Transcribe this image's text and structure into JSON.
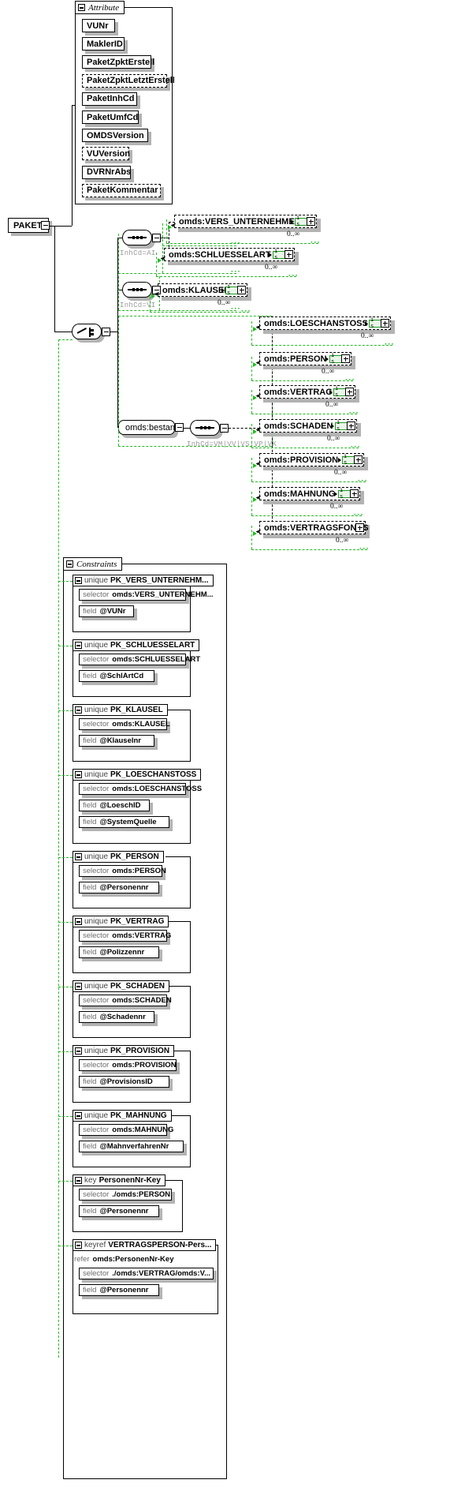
{
  "diagram": {
    "root": {
      "label": "PAKET"
    },
    "attribute_group": {
      "title": "Attribute",
      "items": [
        {
          "label": "VUNr",
          "optional": false
        },
        {
          "label": "MaklerID",
          "optional": false
        },
        {
          "label": "PaketZpktErstell",
          "optional": false
        },
        {
          "label": "PaketZpktLetztErstell",
          "optional": true
        },
        {
          "label": "PaketInhCd",
          "optional": false
        },
        {
          "label": "PaketUmfCd",
          "optional": false
        },
        {
          "label": "OMDSVersion",
          "optional": false
        },
        {
          "label": "VUVersion",
          "optional": true
        },
        {
          "label": "DVRNrAbs",
          "optional": false
        },
        {
          "label": "PaketKommentar",
          "optional": true
        }
      ]
    },
    "branches": [
      {
        "inhcd": "InhCd=AI",
        "elements": [
          {
            "label": "omds:VERS_UNTERNEHMEN",
            "badge": "i s",
            "occurs": "0..∞"
          },
          {
            "label": "omds:SCHLUESSELART",
            "badge": "i s",
            "occurs": "0..∞"
          }
        ]
      },
      {
        "inhcd": "InhCd=VI",
        "elements": [
          {
            "label": "omds:KLAUSEL",
            "badge": "i s",
            "occurs": "0..∞"
          }
        ]
      },
      {
        "inhcd": "InhCd=VM|VV|VS|VP|VK",
        "container": "omds:bestand",
        "elements": [
          {
            "label": "omds:LOESCHANSTOSS",
            "badge": "i s",
            "occurs": "0..∞"
          },
          {
            "label": "omds:PERSON",
            "badge": "i s",
            "occurs": "0..∞"
          },
          {
            "label": "omds:VERTRAG",
            "badge": "i s",
            "occurs": "0..∞"
          },
          {
            "label": "omds:SCHADEN",
            "badge": "i s",
            "occurs": "0..∞"
          },
          {
            "label": "omds:PROVISION",
            "badge": "i s",
            "occurs": "0..∞"
          },
          {
            "label": "omds:MAHNUNG",
            "badge": "i s",
            "occurs": "0..∞"
          },
          {
            "label": "omds:VERTRAGSFONDS",
            "badge": "",
            "occurs": "0..∞"
          }
        ]
      }
    ],
    "constraints": {
      "title": "Constraints",
      "keywords": {
        "unique": "unique",
        "key": "key",
        "keyref": "keyref",
        "selector": "selector",
        "field": "field",
        "refer": "refer"
      },
      "items": [
        {
          "kind": "unique",
          "name": "PK_VERS_UNTERNEHM...",
          "selector": "omds:VERS_UNTERNEHM...",
          "fields": [
            "@VUNr"
          ]
        },
        {
          "kind": "unique",
          "name": "PK_SCHLUESSELART",
          "selector": "omds:SCHLUESSELART",
          "fields": [
            "@SchlArtCd"
          ]
        },
        {
          "kind": "unique",
          "name": "PK_KLAUSEL",
          "selector": "omds:KLAUSEL",
          "fields": [
            "@Klauselnr"
          ]
        },
        {
          "kind": "unique",
          "name": "PK_LOESCHANSTOSS",
          "selector": "omds:LOESCHANSTOSS",
          "fields": [
            "@LoeschID",
            "@SystemQuelle"
          ]
        },
        {
          "kind": "unique",
          "name": "PK_PERSON",
          "selector": "omds:PERSON",
          "fields": [
            "@Personennr"
          ]
        },
        {
          "kind": "unique",
          "name": "PK_VERTRAG",
          "selector": "omds:VERTRAG",
          "fields": [
            "@Polizzennr"
          ]
        },
        {
          "kind": "unique",
          "name": "PK_SCHADEN",
          "selector": "omds:SCHADEN",
          "fields": [
            "@Schadennr"
          ]
        },
        {
          "kind": "unique",
          "name": "PK_PROVISION",
          "selector": "omds:PROVISION",
          "fields": [
            "@ProvisionsID"
          ]
        },
        {
          "kind": "unique",
          "name": "PK_MAHNUNG",
          "selector": "omds:MAHNUNG",
          "fields": [
            "@MahnverfahrenNr"
          ]
        },
        {
          "kind": "key",
          "name": "PersonenNr-Key",
          "selector": "./omds:PERSON",
          "fields": [
            "@Personennr"
          ]
        },
        {
          "kind": "keyref",
          "name": "VERTRAGSPERSON-Pers...",
          "refer": "omds:PersonenNr-Key",
          "selector": "./omds:VERTRAG/omds:V...",
          "fields": [
            "@Personennr"
          ]
        }
      ]
    }
  }
}
